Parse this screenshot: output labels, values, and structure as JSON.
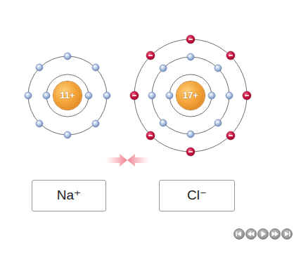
{
  "diagram": {
    "nodes": [
      {
        "text": [
          "11+"
        ]
      },
      {
        "text": [
          "17+"
        ]
      },
      {
        "text": [
          "Na⁺"
        ]
      },
      {
        "text": [
          "Cl⁻"
        ]
      }
    ]
  }
}
